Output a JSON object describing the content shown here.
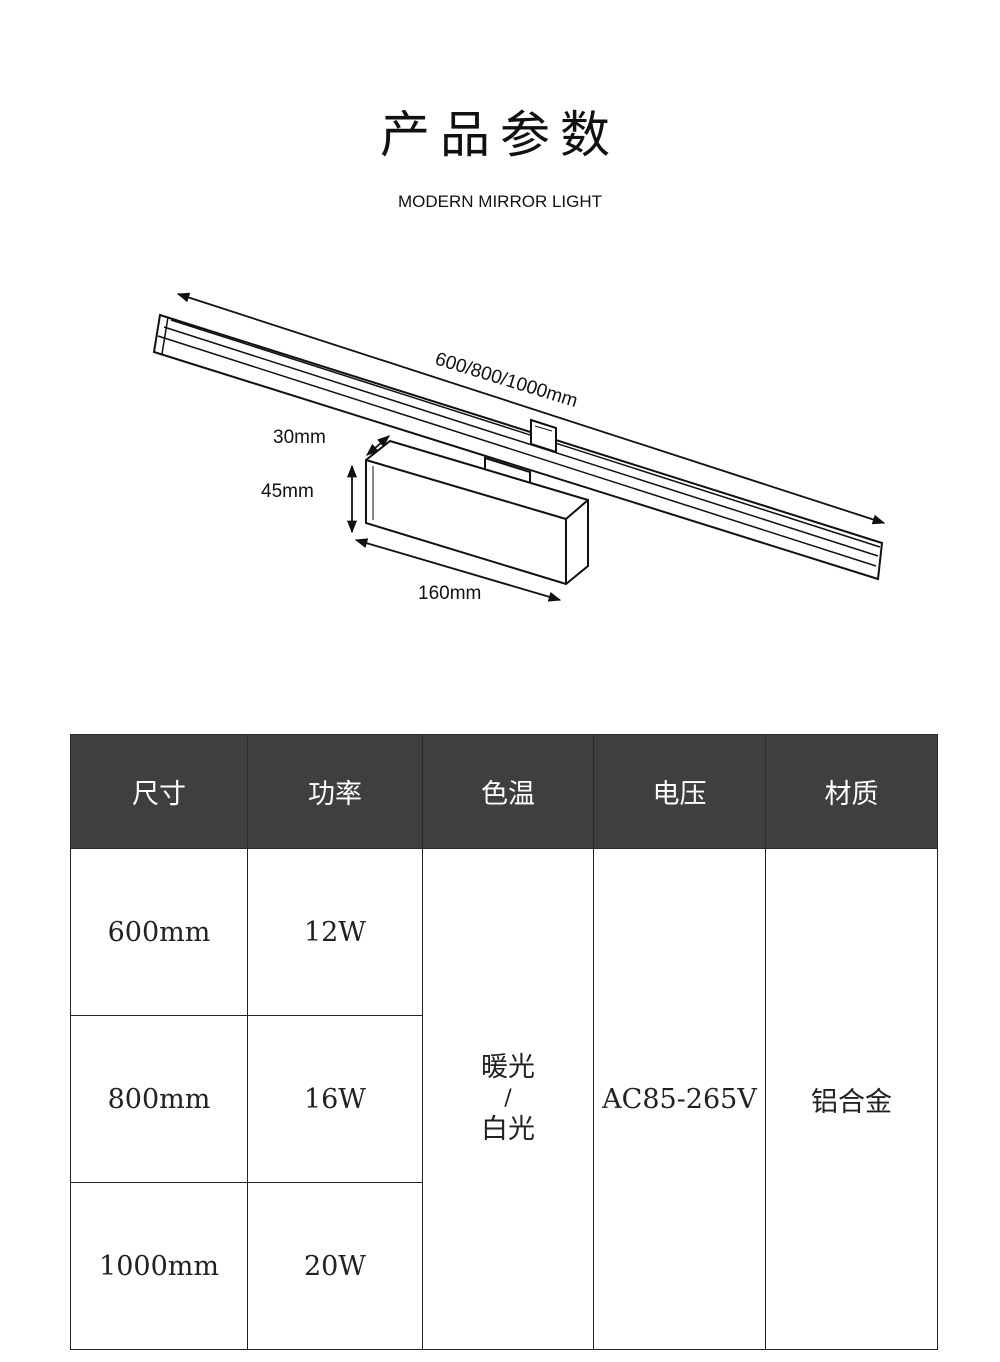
{
  "header": {
    "title": "产品参数",
    "subtitle": "MODERN MIRROR LIGHT"
  },
  "diagram": {
    "length_label": "600/800/1000mm",
    "depth_label": "30mm",
    "height_label": "45mm",
    "width_label": "160mm"
  },
  "table": {
    "headers": [
      "尺寸",
      "功率",
      "色温",
      "电压",
      "材质"
    ],
    "rows": [
      {
        "size": "600mm",
        "power": "12W"
      },
      {
        "size": "800mm",
        "power": "16W"
      },
      {
        "size": "1000mm",
        "power": "20W"
      }
    ],
    "color_temp": {
      "line1": "暖光",
      "separator": "/",
      "line2": "白光"
    },
    "voltage": "AC85-265V",
    "material": "铝合金"
  }
}
